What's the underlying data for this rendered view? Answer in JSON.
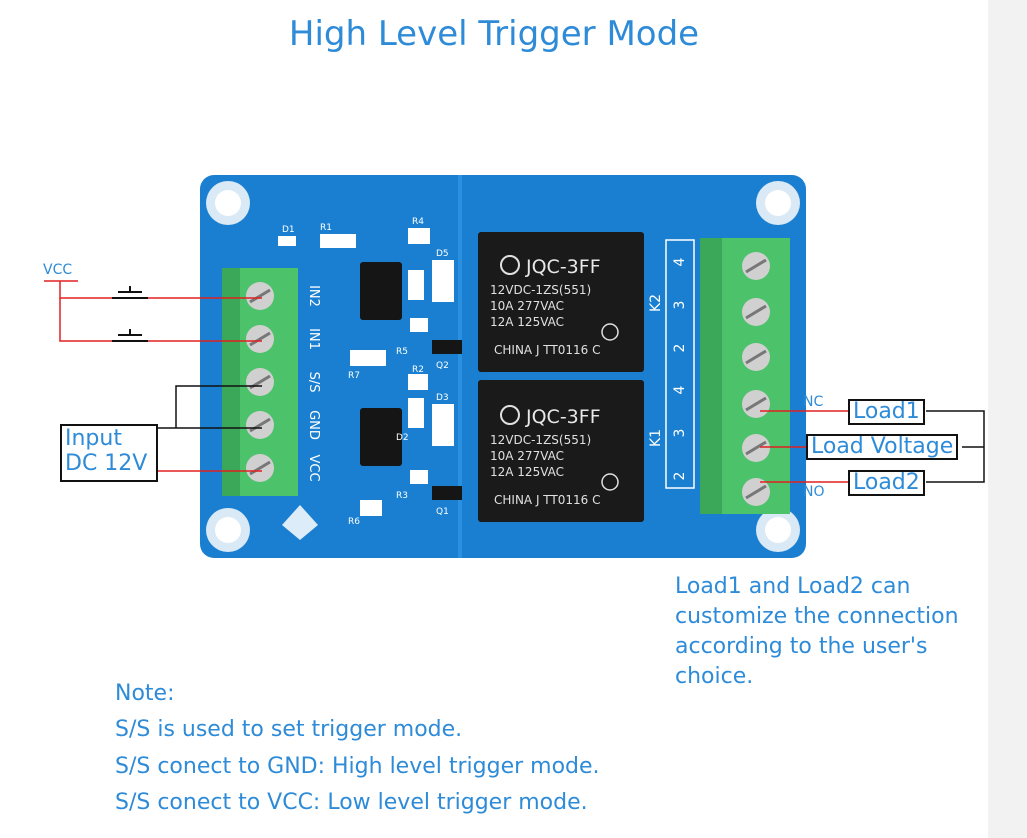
{
  "title": "High Level Trigger Mode",
  "labels": {
    "vcc": "VCC",
    "input_line1": "Input",
    "input_line2": "DC 12V",
    "nc": "NC",
    "no": "NO",
    "load1": "Load1",
    "load_voltage": "Load Voltage",
    "load2": "Load2"
  },
  "board": {
    "terminal_left": [
      "IN2",
      "IN1",
      "S/S",
      "GND",
      "VCC"
    ],
    "relay_name": "JQC-3FF",
    "relay_lines": [
      "12VDC-1ZS(551)",
      "10A 277VAC",
      "12A 125VAC",
      "CHINA   J   TT0116 C"
    ],
    "relay_tags": [
      "K2",
      "K1"
    ],
    "pin_numbers": [
      "4",
      "3",
      "2",
      "4",
      "3",
      "2"
    ],
    "components": [
      "D1",
      "R1",
      "R4",
      "D5",
      "R5",
      "Q2",
      "R7",
      "R2",
      "D3",
      "D2",
      "R3",
      "Q1",
      "R6"
    ]
  },
  "description": [
    "Load1 and Load2 can",
    "customize the connection",
    "according to the user's",
    "choice."
  ],
  "note": {
    "heading": "Note:",
    "lines": [
      "S/S is used to set trigger mode.",
      "S/S conect to GND: High level trigger mode.",
      "S/S conect to VCC: Low level trigger mode."
    ]
  },
  "colors": {
    "text_blue": "#2e8bd8",
    "board_blue": "#1a7fd0",
    "terminal_green": "#4cc26a",
    "wire_red": "#e02020",
    "wire_black": "#111111",
    "sidebar": "#f2f2f2"
  }
}
